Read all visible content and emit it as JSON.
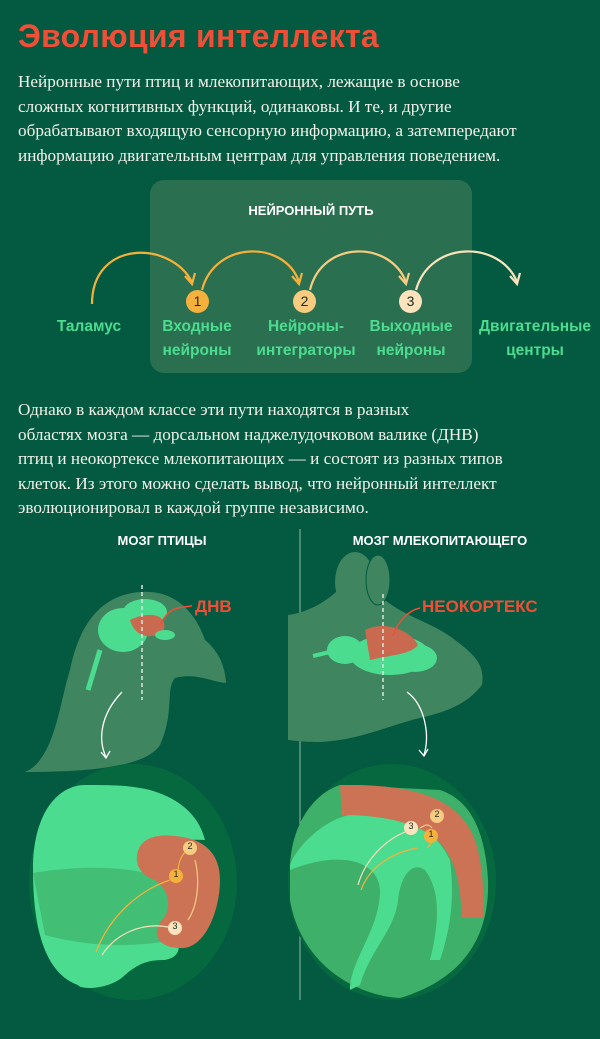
{
  "title": "Эволюция интеллекта",
  "intro": [
    "Нейронные пути птиц и млекопитающих, лежащие в основе",
    "сложных когнитивных функций, одинаковы. И те, и другие",
    "обрабатывают входящую сенсорную информацию, а затемпередают",
    "информацию двигательным центрам для управления поведением."
  ],
  "pathway": {
    "title": "НЕЙРОННЫЙ ПУТЬ",
    "steps": [
      {
        "num": "",
        "line1": "Таламус",
        "line2": ""
      },
      {
        "num": "1",
        "line1": "Входные",
        "line2": "нейроны"
      },
      {
        "num": "2",
        "line1": "Нейроны-",
        "line2": "интеграторы"
      },
      {
        "num": "3",
        "line1": "Выходные",
        "line2": "нейроны"
      },
      {
        "num": "",
        "line1": "Двигательные",
        "line2": "центры"
      }
    ]
  },
  "conclusion": [
    "Однако в каждом классе эти пути находятся в разных",
    "областях мозга — дорсальном наджелудочковом валике (ДНВ)",
    "птиц и неокортексе млекопитающих — и состоят из разных типов",
    "клеток. Из этого можно сделать вывод, что нейронный интеллект",
    "эволюционировал в каждой группе независимо."
  ],
  "bird": {
    "heading": "МОЗГ ПТИЦЫ",
    "label": "ДНВ",
    "nums": [
      "1",
      "2",
      "3"
    ]
  },
  "mammal": {
    "heading": "МОЗГ МЛЕКОПИТАЮЩЕГО",
    "label": "НЕОКОРТЕКС",
    "nums": [
      "1",
      "2",
      "3"
    ]
  },
  "colors": {
    "bg": "#045a40",
    "accent": "#f04e37",
    "green": "#4cdc8f",
    "step1": "#f6b13c",
    "step2": "#f8cc80",
    "step3": "#fae3bd"
  }
}
